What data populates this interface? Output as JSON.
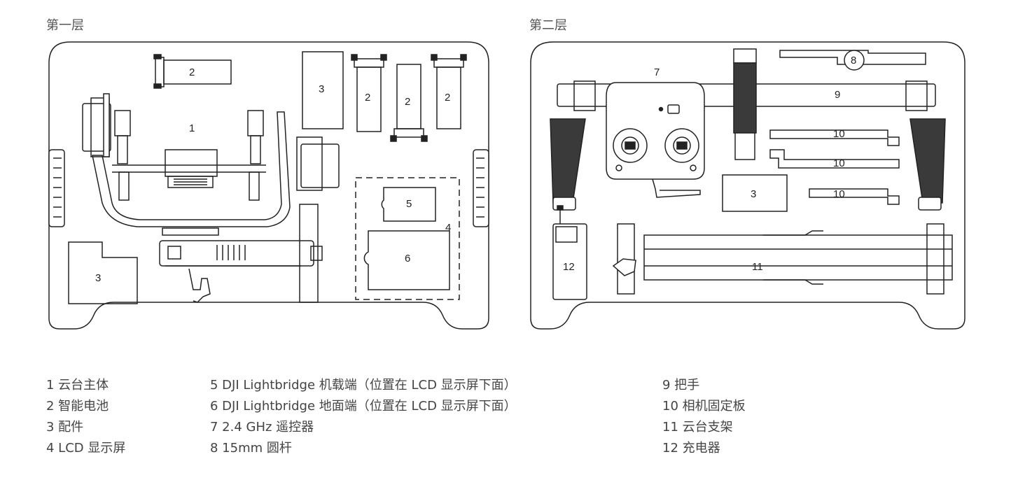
{
  "layers": {
    "first": "第一层",
    "second": "第二层"
  },
  "callouts": {
    "c1": "1",
    "c2a": "2",
    "c2b": "2",
    "c2c": "2",
    "c2d": "2",
    "c3a": "3",
    "c3b": "3",
    "c3c": "3",
    "c4": "4",
    "c5": "5",
    "c6": "6",
    "c7": "7",
    "c8": "8",
    "c9": "9",
    "c10a": "10",
    "c10b": "10",
    "c10c": "10",
    "c11": "11",
    "c12": "12"
  },
  "legend": {
    "col1": [
      "1 云台主体",
      "2 智能电池",
      "3 配件",
      "4 LCD 显示屏"
    ],
    "col2": [
      "5 DJI Lightbridge 机载端（位置在 LCD 显示屏下面）",
      "6 DJI Lightbridge 地面端（位置在 LCD 显示屏下面）",
      "7 2.4 GHz 遥控器",
      "8 15mm 圆杆"
    ],
    "col3": [
      "9 把手",
      "10 相机固定板",
      "11 云台支架",
      "12 充电器"
    ]
  }
}
